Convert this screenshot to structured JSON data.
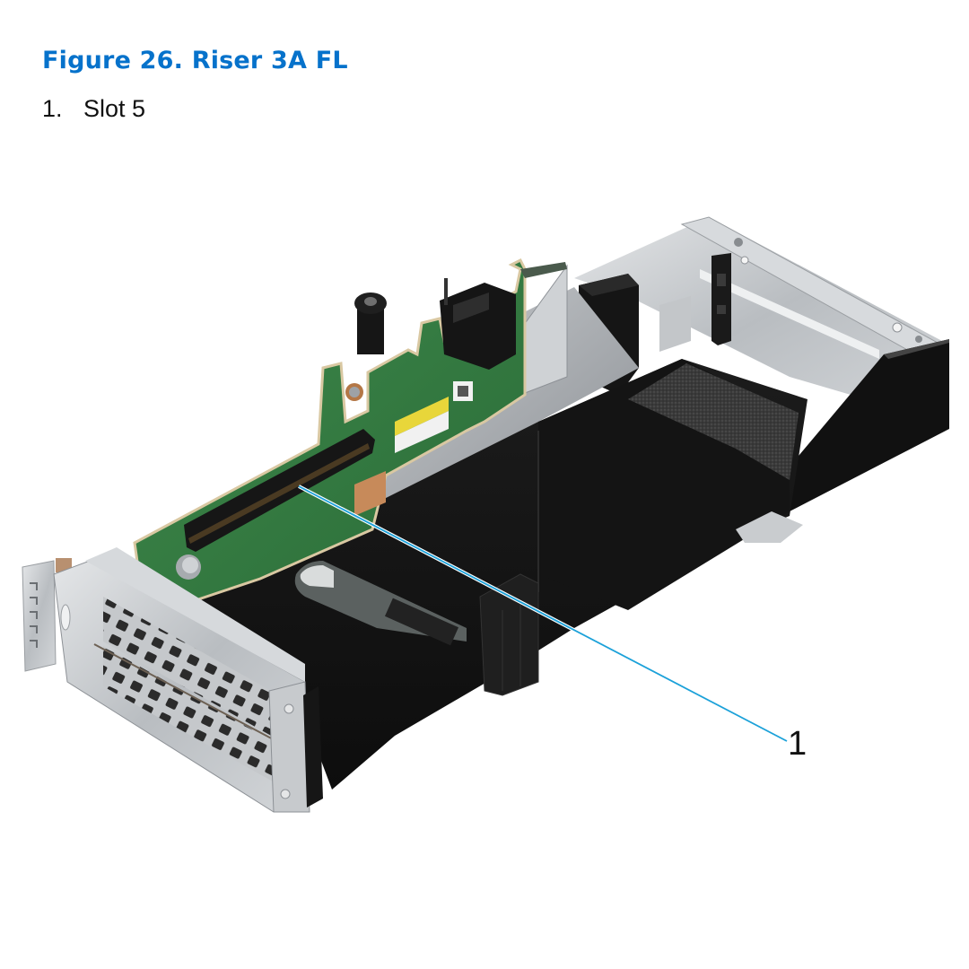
{
  "figure": {
    "title": "Figure 26. Riser 3A FL",
    "title_color": "#0672CB"
  },
  "legend": {
    "items": [
      {
        "number": "1.",
        "label": "Slot 5"
      }
    ]
  },
  "callouts": [
    {
      "number": "1",
      "target": "Slot 5",
      "line_color": "#1BA1D9"
    }
  ],
  "illustration": {
    "subject": "Riser 3A FL assembly",
    "components": [
      "riser-board",
      "pcie-slot-5",
      "front-pcie-bracket",
      "black-air-shroud",
      "foam-pad",
      "rear-metal-cage",
      "thumbscrew-standoff",
      "power-connector"
    ]
  }
}
